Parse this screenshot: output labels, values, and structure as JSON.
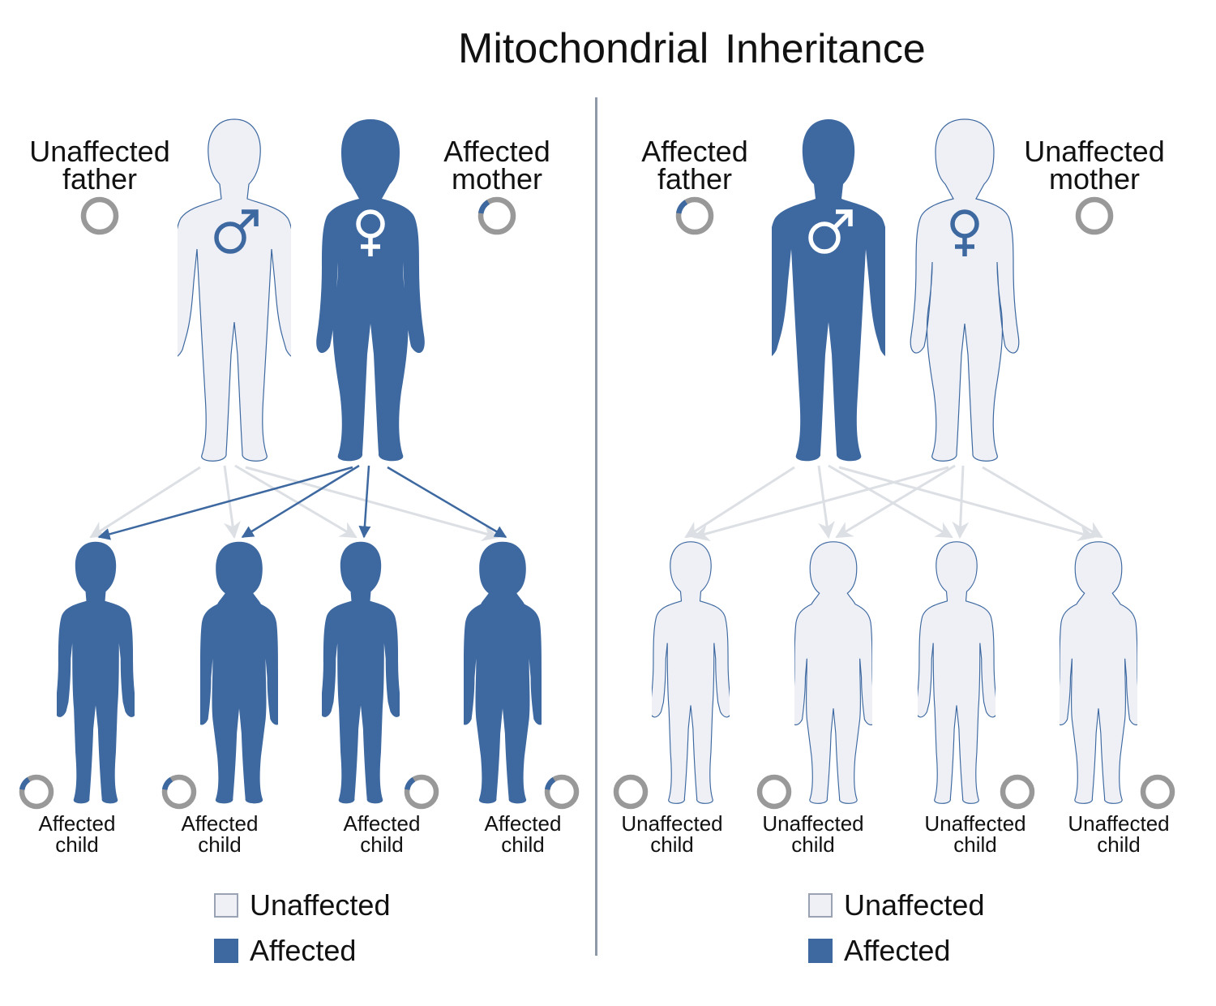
{
  "title": {
    "word1": "Mitochondrial",
    "word2": "Inheritance"
  },
  "colors": {
    "affected": "#3d68a0",
    "unaffected": "#eef0f6",
    "outline": "#3d68a0",
    "ring": "#999999",
    "divider": "#8e9aa8"
  },
  "icons": {
    "male": "male-symbol-icon",
    "female": "female-symbol-icon",
    "mito": "mitochondria-ring-icon"
  },
  "panels": [
    {
      "parents": [
        {
          "label_line1": "Unaffected",
          "label_line2": "father",
          "sex": "male",
          "affected": false
        },
        {
          "label_line1": "Affected",
          "label_line2": "mother",
          "sex": "female",
          "affected": true
        }
      ],
      "children": [
        {
          "label_line1": "Affected",
          "label_line2": "child",
          "affected": true
        },
        {
          "label_line1": "Affected",
          "label_line2": "child",
          "affected": true
        },
        {
          "label_line1": "Affected",
          "label_line2": "child",
          "affected": true
        },
        {
          "label_line1": "Affected",
          "label_line2": "child",
          "affected": true
        }
      ],
      "legend": {
        "unaffected": "Unaffected",
        "affected": "Affected"
      }
    },
    {
      "parents": [
        {
          "label_line1": "Affected",
          "label_line2": "father",
          "sex": "male",
          "affected": true
        },
        {
          "label_line1": "Unaffected",
          "label_line2": "mother",
          "sex": "female",
          "affected": false
        }
      ],
      "children": [
        {
          "label_line1": "Unaffected",
          "label_line2": "child",
          "affected": false
        },
        {
          "label_line1": "Unaffected",
          "label_line2": "child",
          "affected": false
        },
        {
          "label_line1": "Unaffected",
          "label_line2": "child",
          "affected": false
        },
        {
          "label_line1": "Unaffected",
          "label_line2": "child",
          "affected": false
        }
      ],
      "legend": {
        "unaffected": "Unaffected",
        "affected": "Affected"
      }
    }
  ]
}
